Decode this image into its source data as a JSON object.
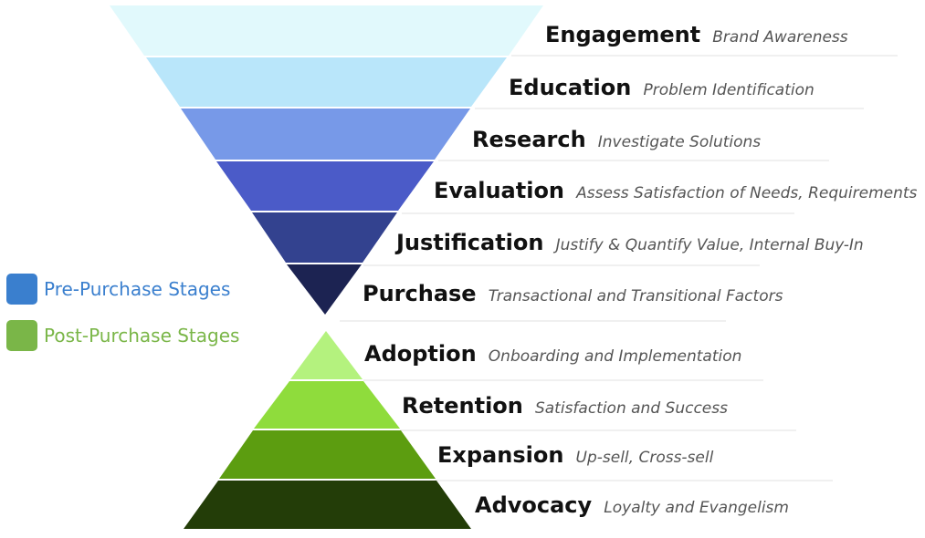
{
  "legend": [
    {
      "label": "Pre-Purchase Stages",
      "color": "#3a7fce"
    },
    {
      "label": "Post-Purchase Stages",
      "color": "#7ab648"
    }
  ],
  "pre_purchase_stages": [
    {
      "name": "Engagement",
      "description": "Brand Awareness",
      "color": "#e1f9fc"
    },
    {
      "name": "Education",
      "description": "Problem Identification",
      "color": "#b9e6fa"
    },
    {
      "name": "Research",
      "description": "Investigate Solutions",
      "color": "#7799e8"
    },
    {
      "name": "Evaluation",
      "description": "Assess Satisfaction of Needs, Requirements",
      "color": "#4b5bc8"
    },
    {
      "name": "Justification",
      "description": "Justify & Quantify Value, Internal Buy-In",
      "color": "#33428f"
    },
    {
      "name": "Purchase",
      "description": "Transactional and Transitional Factors",
      "color": "#1c2352"
    }
  ],
  "post_purchase_stages": [
    {
      "name": "Adoption",
      "description": "Onboarding and Implementation",
      "color": "#b4f27e"
    },
    {
      "name": "Retention",
      "description": "Satisfaction and Success",
      "color": "#8fdc3c"
    },
    {
      "name": "Expansion",
      "description": "Up-sell, Cross-sell",
      "color": "#5c9d10"
    },
    {
      "name": "Advocacy",
      "description": "Loyalty and Evangelism",
      "color": "#233d08"
    }
  ],
  "divider_color": "#e0e0e0"
}
